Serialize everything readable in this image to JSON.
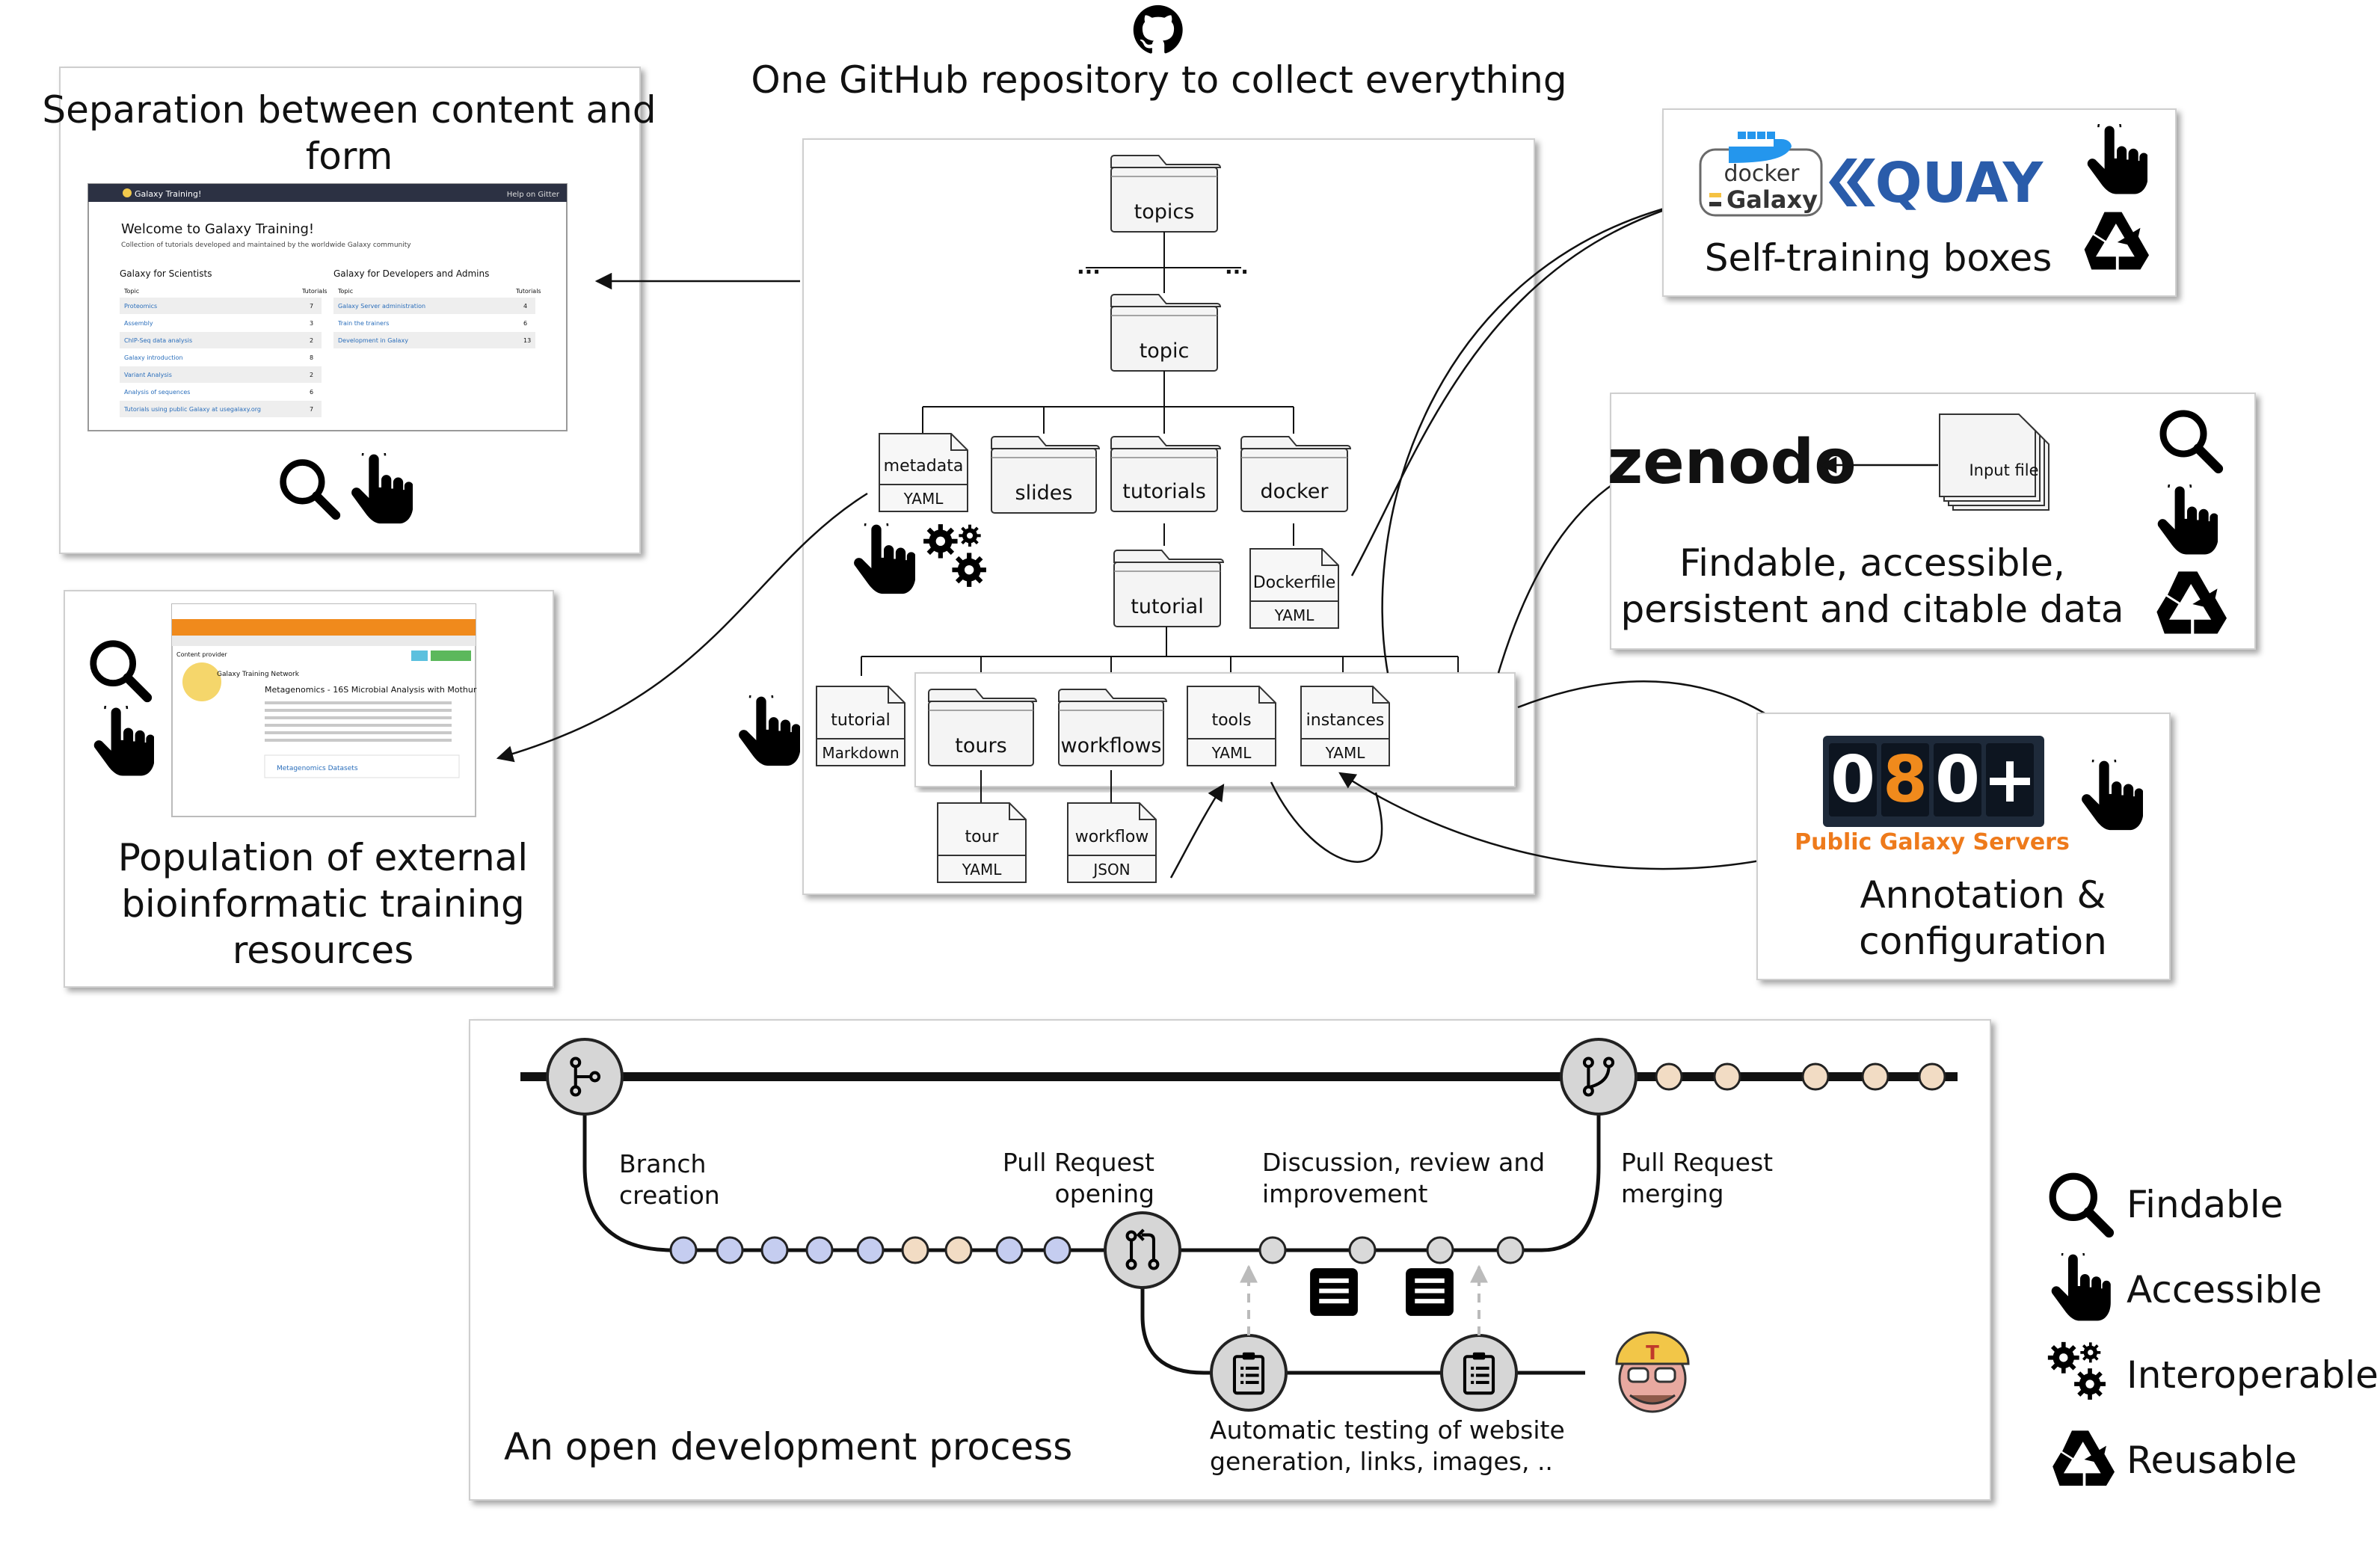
{
  "header": {
    "title": "One GitHub repository to collect everything"
  },
  "panels": {
    "content_form": {
      "title": "Separation between content and form"
    },
    "population": {
      "title": "Population of external bioinformatic training resources"
    },
    "self_training": {
      "title": "Self-training boxes"
    },
    "zenodo": {
      "title": "Findable, accessible, persistent and citable data",
      "input_label": "Input file",
      "logo_text": "zenodo"
    },
    "annotation": {
      "title": "Annotation & configuration",
      "counter": "080+",
      "servers": "Public Galaxy Servers"
    },
    "dev_process": {
      "title": "An open development process",
      "branch": "Branch creation",
      "pr_open": "Pull Request opening",
      "discussion": "Discussion, review and improvement",
      "pr_merge": "Pull Request merging",
      "testing": "Automatic testing of website generation, links, images, .."
    }
  },
  "screenshot_gtn": {
    "nav": "Galaxy Training!",
    "nav_right": "Help on Gitter",
    "welcome": "Welcome to Galaxy Training!",
    "sub": "Collection of tutorials developed and maintained by the worldwide Galaxy community",
    "sci": "Galaxy for Scientists",
    "dev": "Galaxy for Developers and Admins",
    "col_topic": "Topic",
    "col_tut": "Tutorials",
    "sci_rows": [
      [
        "Proteomics",
        "7"
      ],
      [
        "Assembly",
        "3"
      ],
      [
        "ChIP-Seq data analysis",
        "2"
      ],
      [
        "Galaxy introduction",
        "8"
      ],
      [
        "Variant Analysis",
        "2"
      ],
      [
        "Analysis of sequences",
        "6"
      ],
      [
        "Tutorials using public Galaxy at usegalaxy.org",
        "7"
      ]
    ],
    "dev_rows": [
      [
        "Galaxy Server administration",
        "4"
      ],
      [
        "Train the trainers",
        "6"
      ],
      [
        "Development in Galaxy",
        "13"
      ]
    ]
  },
  "screenshot_tess": {
    "content_provider": "Content provider",
    "item_title": "Metagenomics - 16S Microbial Analysis with Mothur",
    "link": "Metagenomics Datasets",
    "brand": "Galaxy Training Network"
  },
  "logos": {
    "docker_top": "docker",
    "docker_bottom": "Galaxy",
    "quay": "QUAY"
  },
  "tree": {
    "topics": "topics",
    "topic": "topic",
    "metadata": "metadata",
    "metadata_fmt": "YAML",
    "slides": "slides",
    "tutorials": "tutorials",
    "docker": "docker",
    "tutorial": "tutorial",
    "dockerfile": "Dockerfile",
    "dockerfile_fmt": "YAML",
    "tutorial_md": "tutorial",
    "tutorial_md_fmt": "Markdown",
    "tours": "tours",
    "workflows": "workflows",
    "tools": "tools",
    "tools_fmt": "YAML",
    "instances": "instances",
    "instances_fmt": "YAML",
    "tour": "tour",
    "tour_fmt": "YAML",
    "workflow": "workflow",
    "workflow_fmt": "JSON",
    "ellipsis": "..."
  },
  "legend": [
    {
      "icon": "magnifier-icon",
      "label": "Findable"
    },
    {
      "icon": "pointer-hand-icon",
      "label": "Accessible"
    },
    {
      "icon": "gears-icon",
      "label": "Interoperable"
    },
    {
      "icon": "recycle-icon",
      "label": "Reusable"
    }
  ],
  "colors": {
    "blue_commit": "#c5cdf0",
    "tan_commit": "#f2dcc4",
    "gray_commit": "#d9d9d9",
    "orange_brand": "#f08a1c",
    "servers_orange": "#ee7a1b"
  }
}
